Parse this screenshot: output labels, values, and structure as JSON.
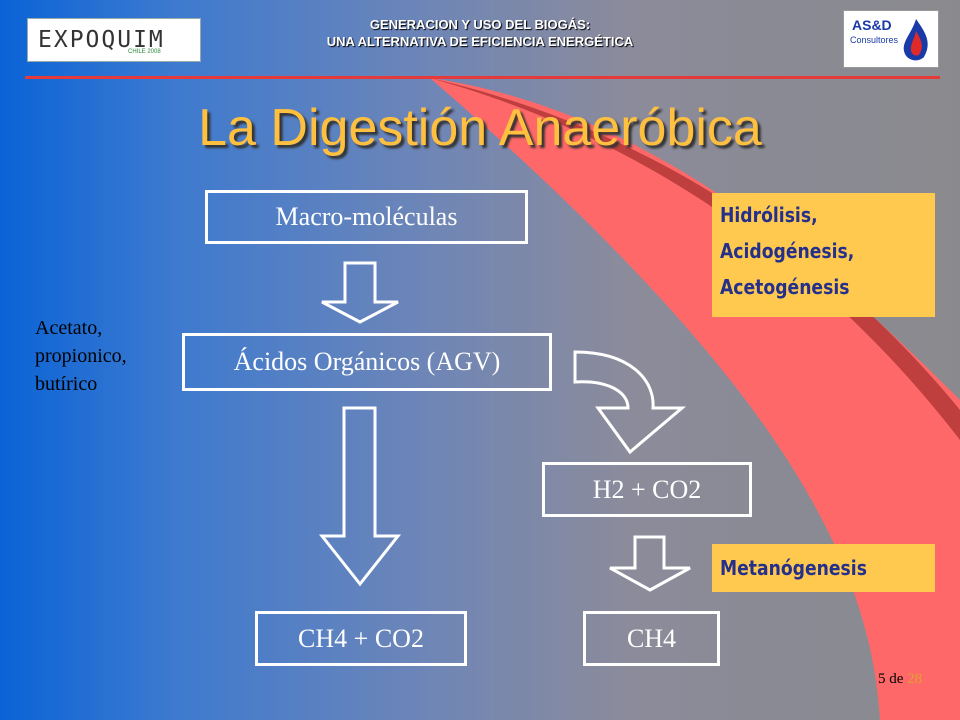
{
  "header": {
    "line1": "GENERACION Y USO DEL BIOGÁS:",
    "line2": "UNA ALTERNATIVA DE EFICIENCIA ENERGÉTICA"
  },
  "logos": {
    "left_text": "EXPOQUIM",
    "left_small": "CHILE 2008",
    "right_abbr": "AS&D",
    "right_sub": "Consultores"
  },
  "title": "La Digestión Anaeróbica",
  "diagram": {
    "nodes": {
      "macro": "Macro-moléculas",
      "acidos": "Ácidos Orgánicos (AGV)",
      "h2co2": "H2 + CO2",
      "ch4co2": "CH4 + CO2",
      "ch4": "CH4"
    },
    "side_note": [
      "Acetato,",
      "propionico,",
      "butírico"
    ],
    "stages": {
      "first": [
        "Hidrólisis,",
        "Acidogénesis,",
        "Acetogénesis"
      ],
      "second": "Metanógenesis"
    }
  },
  "footer": {
    "page": "5",
    "sep": "de",
    "total": "28"
  },
  "colors": {
    "accent_red": "#e63a3a",
    "title_gold": "#ffc040",
    "stage_box": "#ffc94f",
    "stage_text": "#24308a"
  }
}
